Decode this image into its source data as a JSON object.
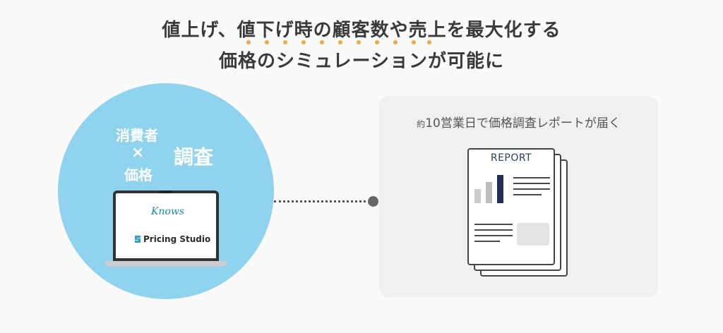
{
  "headline": {
    "line1": "値上げ、値下げ時の顧客数や売上を最大化する",
    "line2": "価格のシミュレーションが可能に"
  },
  "left_graphic": {
    "consumer": "消費者",
    "times": "×",
    "price": "価格",
    "survey": "調査",
    "laptop": {
      "logo_script": "Knows",
      "app_name": "Pricing Studio"
    }
  },
  "right_panel": {
    "caption_prefix": "約",
    "caption_main": "10営業日で価格調査レポートが届く",
    "report_title": "REPORT"
  },
  "colors": {
    "circle": "#8fd3ee",
    "accent_dots": "#f2a93b",
    "bar_light": "#cccccc",
    "bar_mid": "#bdbdbd",
    "bar_dark": "#1f2f57",
    "panel": "#f0f0f0"
  }
}
